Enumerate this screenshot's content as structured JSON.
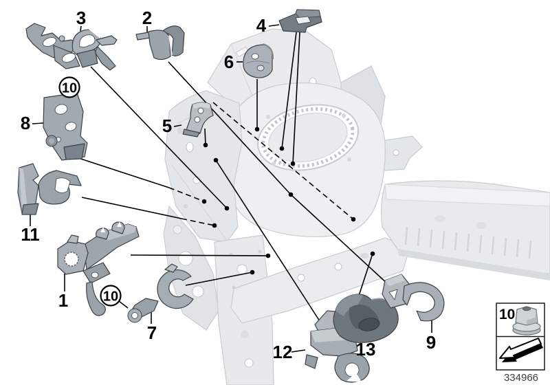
{
  "diagram": {
    "callouts": [
      {
        "num": "1"
      },
      {
        "num": "2"
      },
      {
        "num": "3"
      },
      {
        "num": "4"
      },
      {
        "num": "5"
      },
      {
        "num": "6"
      },
      {
        "num": "7"
      },
      {
        "num": "8"
      },
      {
        "num": "9"
      },
      {
        "num": "11"
      },
      {
        "num": "12"
      },
      {
        "num": "13"
      }
    ],
    "circled_callouts": [
      {
        "num": "10"
      },
      {
        "num": "10"
      }
    ],
    "legend": {
      "fastener_num": "10"
    },
    "footer": {
      "doc_number": "334966"
    },
    "icons": {
      "fastener": "flange-nut-icon",
      "direction": "direction-arrow-icon"
    },
    "colors": {
      "background": "#ffffff",
      "body": "#e8eaec",
      "body_edge": "#c8cdd1",
      "bracket": "#a2aab1",
      "bracket_dark": "#6e767e",
      "line": "#000000",
      "footer_text": "#3d3d3d"
    }
  }
}
